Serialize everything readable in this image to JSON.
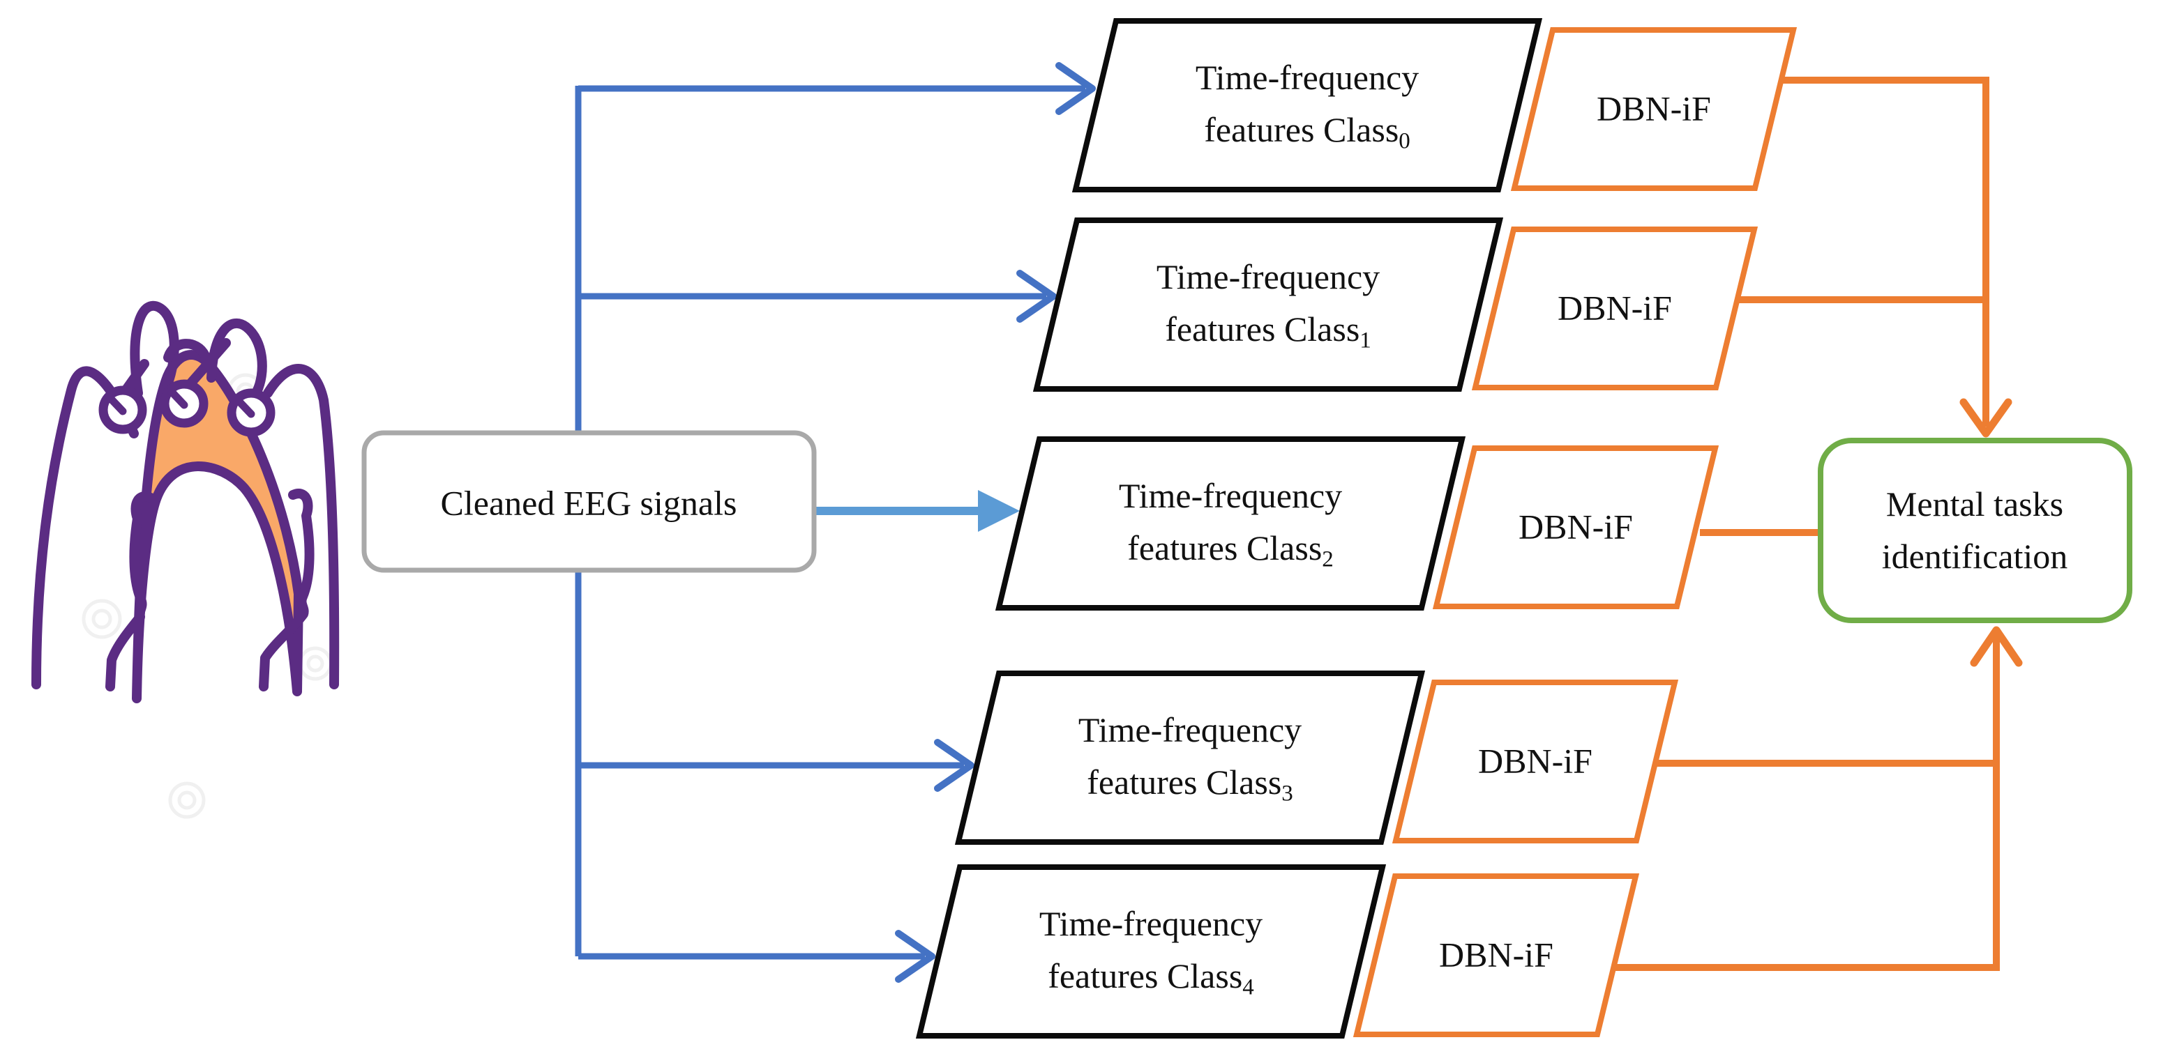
{
  "source_box": {
    "label": "Cleaned EEG signals"
  },
  "rows": [
    {
      "feature_line1": "Time-frequency",
      "feature_line2": "features Class",
      "class_subscript": "0",
      "classifier_label": "DBN-iF"
    },
    {
      "feature_line1": "Time-frequency",
      "feature_line2": "features Class",
      "class_subscript": "1",
      "classifier_label": "DBN-iF"
    },
    {
      "feature_line1": "Time-frequency",
      "feature_line2": "features Class",
      "class_subscript": "2",
      "classifier_label": "DBN-iF"
    },
    {
      "feature_line1": "Time-frequency",
      "feature_line2": "features Class",
      "class_subscript": "3",
      "classifier_label": "DBN-iF"
    },
    {
      "feature_line1": "Time-frequency",
      "feature_line2": "features Class",
      "class_subscript": "4",
      "classifier_label": "DBN-iF"
    }
  ],
  "output_box": {
    "line1": "Mental tasks",
    "line2": "identification"
  },
  "icons": {
    "head": "eeg-headset-head-icon"
  },
  "colors": {
    "arrow_blue": "#4472C4",
    "arrow_light_blue": "#5B9BD5",
    "orange": "#ED7D31",
    "green": "#70AD47",
    "gray_border": "#A9A9A9",
    "black_border": "#0B0B0B",
    "head_purple": "#5B2C83",
    "cap_orange": "#F9A868"
  }
}
